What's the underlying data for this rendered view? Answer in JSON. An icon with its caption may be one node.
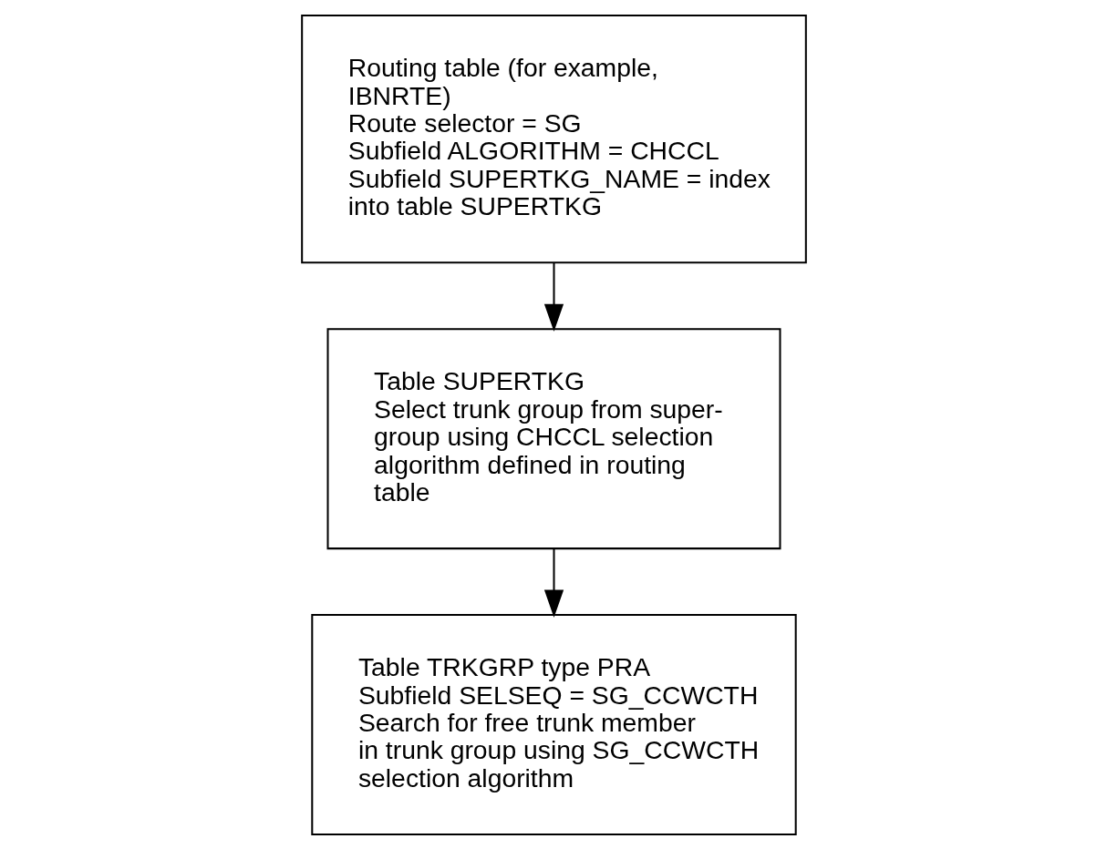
{
  "diagram": {
    "nodes": [
      {
        "text": [
          "Routing table (for example, IBNRTE)",
          "Route selector = SG",
          "Subfield ALGORITHM = CHCCL",
          "Subfield SUPERTKG_NAME = index into table SUPERTKG"
        ]
      },
      {
        "text": [
          "Table SUPERTKG",
          "Select trunk group from super-group using CHCCL selection algorithm defined in routing table"
        ]
      },
      {
        "text": [
          "Table TRKGRP type PRA",
          "Subfield SELSEQ = SG_CCWCTH",
          "Search for free trunk member in trunk group using SG_CCWCTH selection algorithm"
        ]
      }
    ],
    "edges": [
      {
        "from": 0,
        "to": 1,
        "arrow": "to"
      },
      {
        "from": 1,
        "to": 2,
        "arrow": "to"
      }
    ]
  }
}
